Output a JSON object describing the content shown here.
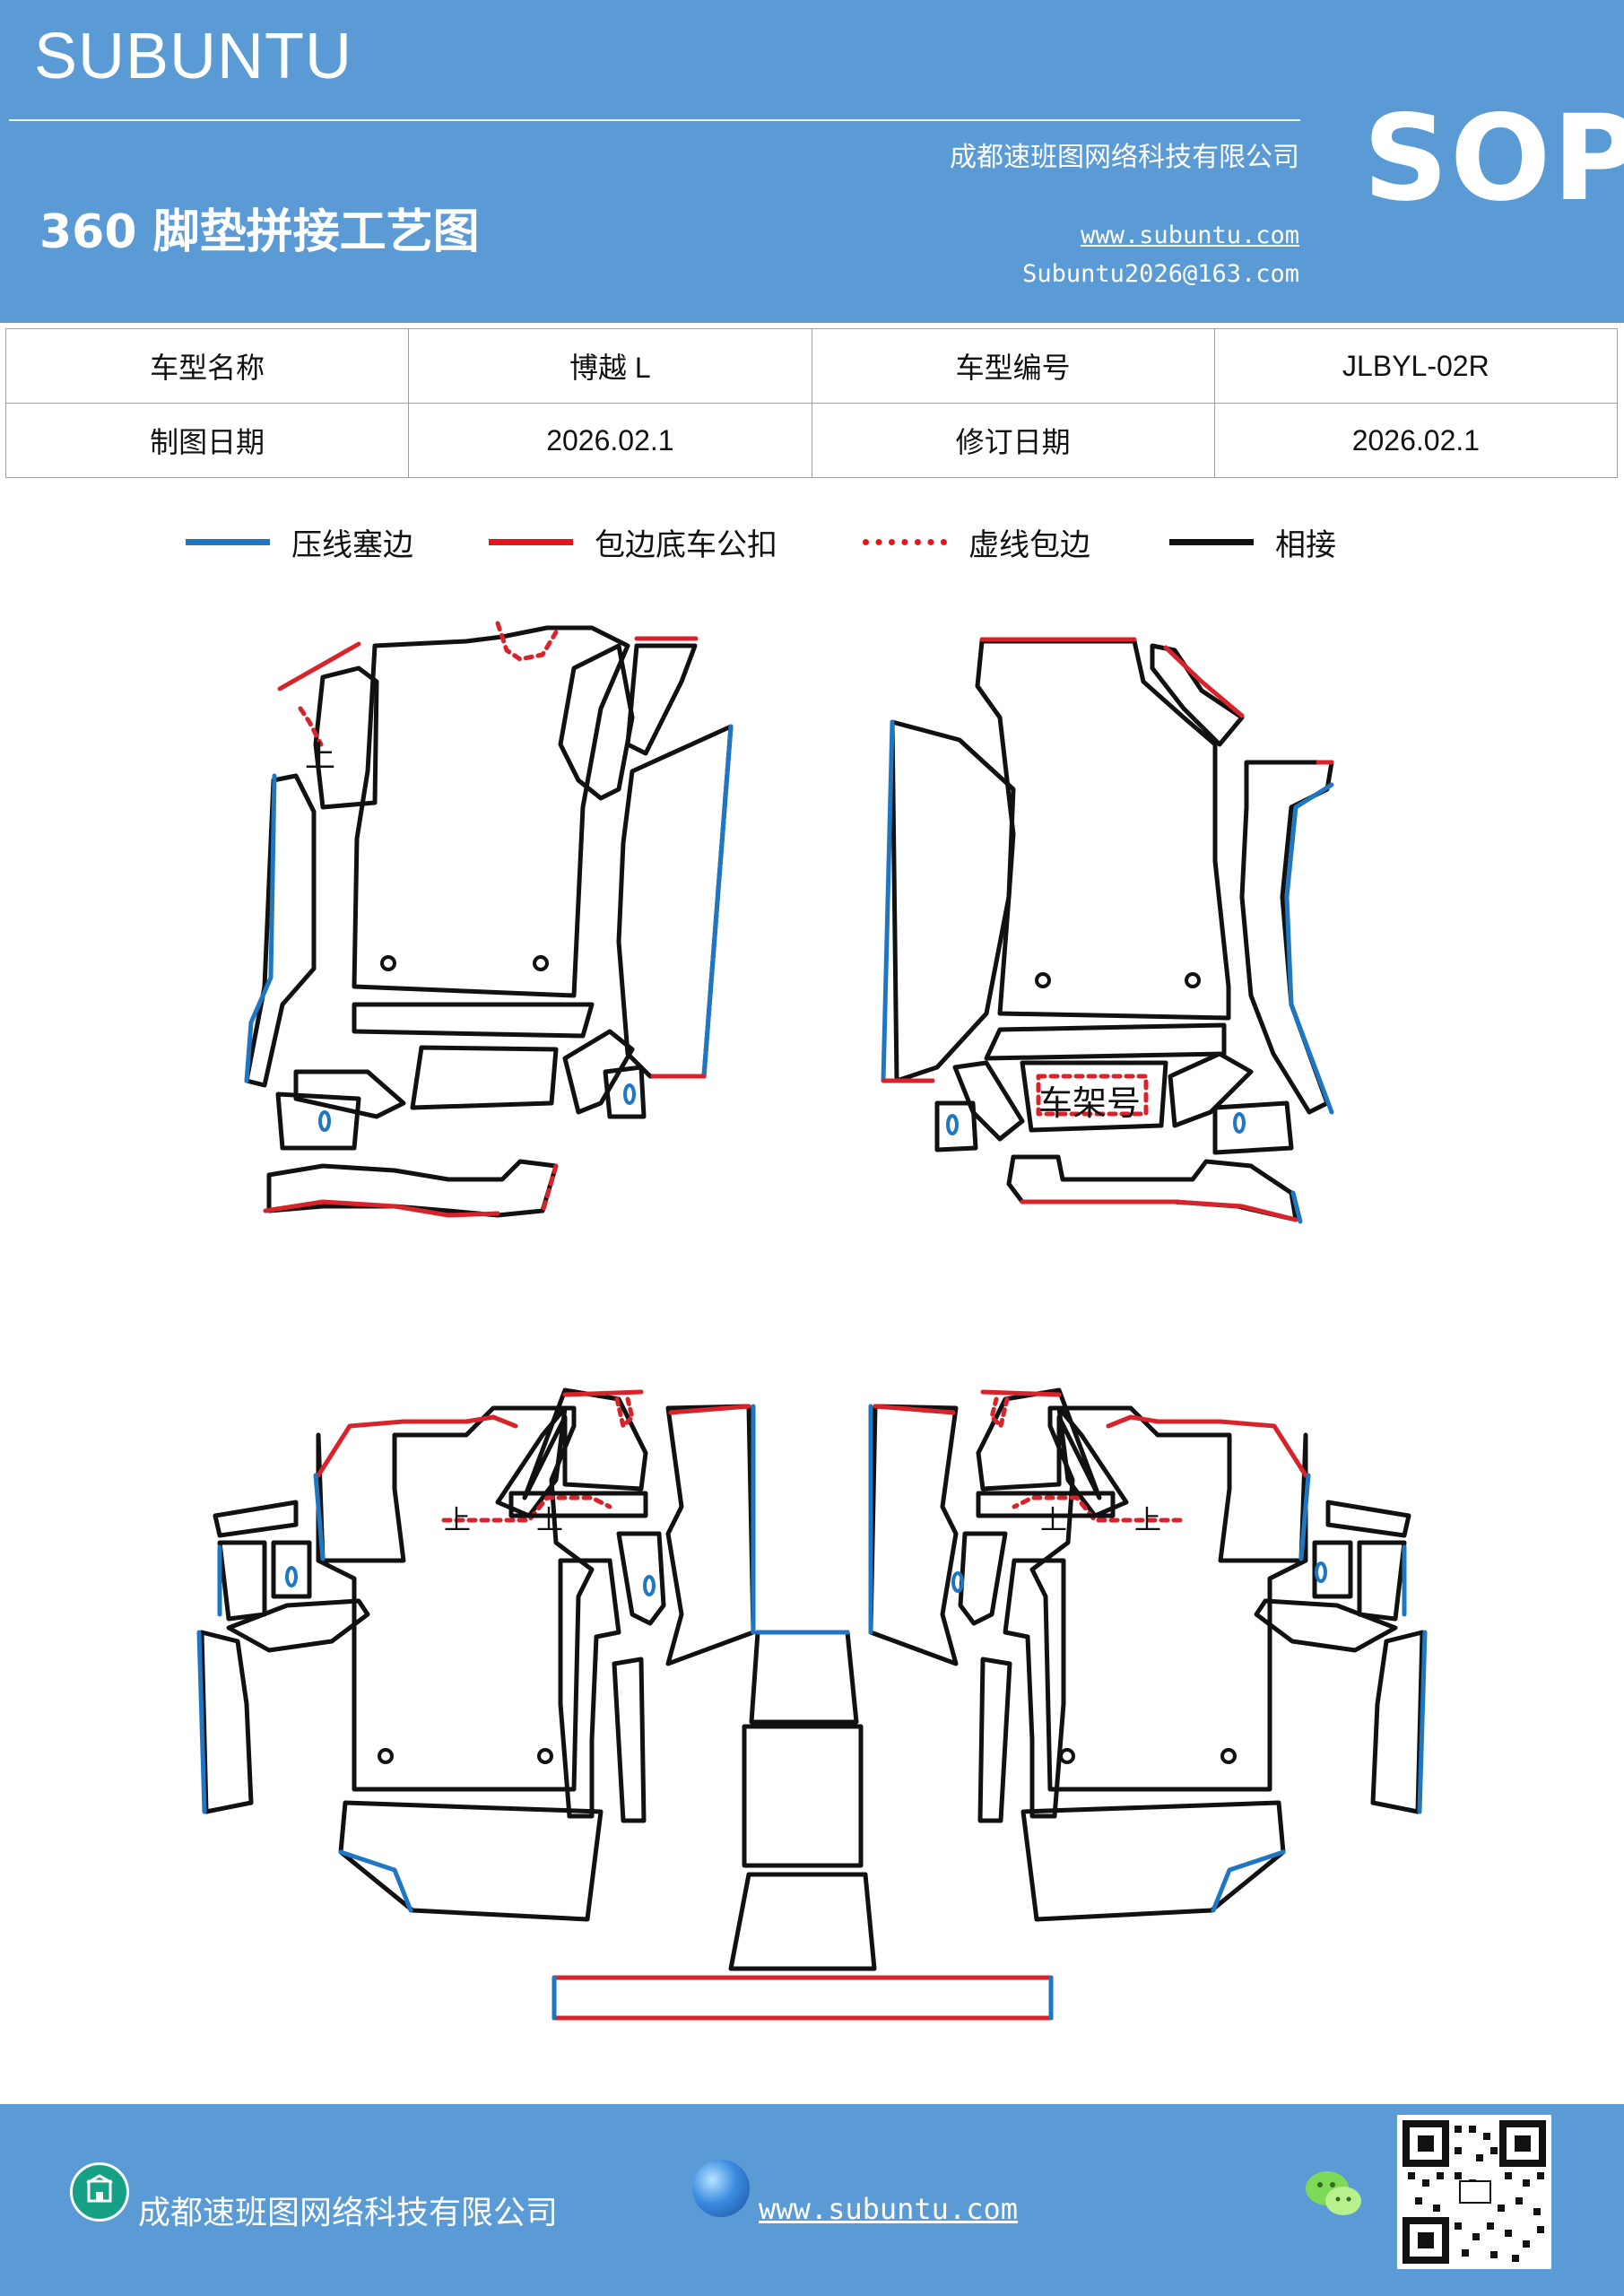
{
  "header": {
    "brand": "SUBUNTU",
    "company": "成都速班图网络科技有限公司",
    "sop": "SOP",
    "title": "360 脚垫拼接工艺图",
    "website": "www.subuntu.com",
    "email": "Subuntu2026@163.com"
  },
  "info": {
    "model_name_label": "车型名称",
    "model_name": "博越 L",
    "model_code_label": "车型编号",
    "model_code": "JLBYL-02R",
    "draw_date_label": "制图日期",
    "draw_date": "2026.02.1",
    "revise_date_label": "修订日期",
    "revise_date": "2026.02.1"
  },
  "legend": [
    {
      "label": "压线塞边",
      "color": "#1f77c4",
      "style": "solid"
    },
    {
      "label": "包边底车公扣",
      "color": "#e8141c",
      "style": "solid"
    },
    {
      "label": "虚线包边",
      "color": "#e8141c",
      "style": "dotted"
    },
    {
      "label": "相接",
      "color": "#111111",
      "style": "solid"
    }
  ],
  "diagram": {
    "marks": {
      "up": "上",
      "vin": "车架号"
    },
    "colors": {
      "press": "#1f77c4",
      "wrap": "#d9232b",
      "join": "#111111"
    }
  },
  "footer": {
    "company": "成都速班图网络科技有限公司",
    "website": "www.subuntu.com"
  }
}
